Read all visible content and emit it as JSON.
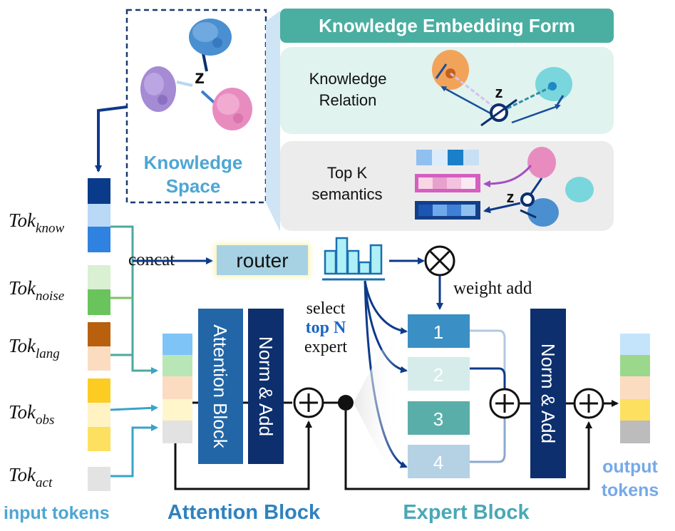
{
  "knowledge_space": {
    "z_label": "z",
    "title_line1": "Knowledge",
    "title_line2": "Space"
  },
  "embedding_form": {
    "header": "Knowledge Embedding Form",
    "relation_line1": "Knowledge",
    "relation_line2": "Relation",
    "relation_z": "z",
    "topk_line1": "Top K",
    "topk_line2": "semantics",
    "topk_z": "z"
  },
  "tokens": {
    "know": {
      "base": "Tok",
      "sub": "know"
    },
    "noise": {
      "base": "Tok",
      "sub": "noise"
    },
    "lang": {
      "base": "Tok",
      "sub": "lang"
    },
    "obs": {
      "base": "Tok",
      "sub": "obs"
    },
    "act": {
      "base": "Tok",
      "sub": "act"
    }
  },
  "router": {
    "concat_label": "concat",
    "label": "router",
    "select_line1": "select",
    "select_line2": "top N",
    "select_line3": "expert",
    "weight_add": "weight add"
  },
  "attention": {
    "block_label": "Attention Block",
    "norm_label": "Norm & Add",
    "section_label": "Attention Block"
  },
  "experts": {
    "items": [
      "1",
      "2",
      "3",
      "4"
    ],
    "norm_label": "Norm & Add",
    "section_label": "Expert Block"
  },
  "labels": {
    "input_tokens": "input tokens",
    "output_line1": "output",
    "output_line2": "tokens"
  },
  "colors": {
    "navy": "#0d2f6e",
    "blue_block": "#2266a8",
    "teal_header": "#4aaea1",
    "label_blue": "#4da6d4",
    "label_teal": "#4aa8b5",
    "output_blue": "#76a9e8"
  }
}
